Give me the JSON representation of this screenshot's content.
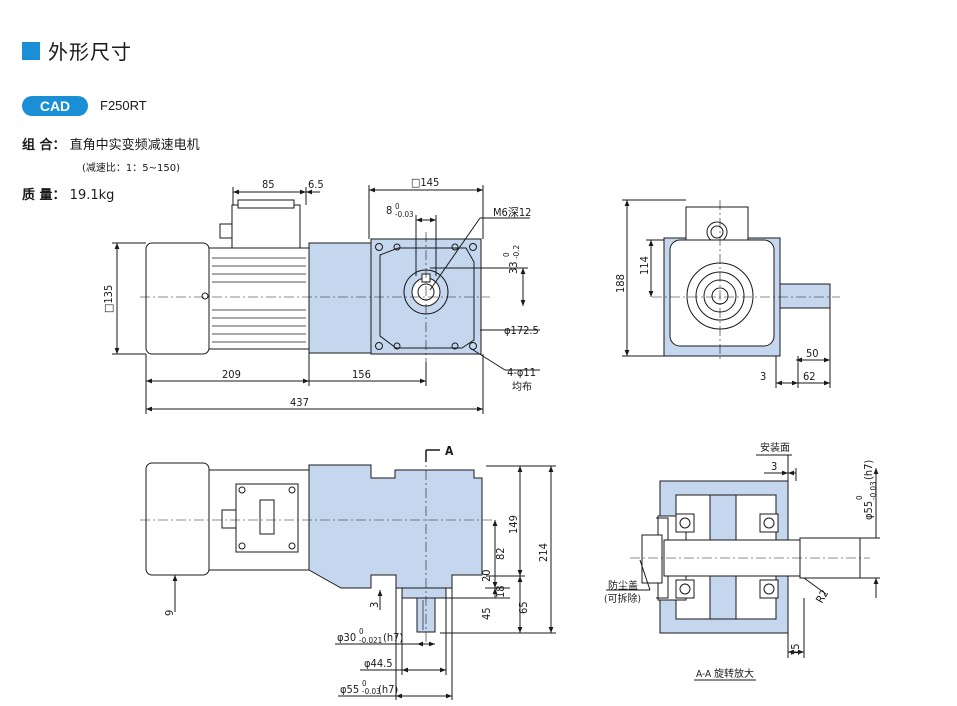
{
  "header": {
    "title": "外形尺寸",
    "accent": "#1a8fd6"
  },
  "cad": {
    "badge": "CAD",
    "model": "F250RT"
  },
  "specs": {
    "combination_label": "组 合：",
    "combination_value": "直角中实变频减速电机",
    "ratio_note": "(减速比：1：5~150)",
    "mass_label": "质 量：",
    "mass_value": "19.1kg"
  },
  "colors": {
    "gearbox_fill": "#c4d7ee",
    "motor_fill": "#ffffff",
    "line": "#1a1a1a"
  },
  "drawings": {
    "side": {
      "d85": "85",
      "d6_5": "6.5",
      "sq145": "□145",
      "key8": "8",
      "key8_tol_up": "0",
      "key8_tol_dn": "-0.03",
      "m6": "M6深12",
      "d33": "33",
      "d33_tol_up": "0",
      "d33_tol_dn": "-0.2",
      "sq135": "□135",
      "pcd": "φ172.5",
      "holes": "4-φ11",
      "holes_note": "均布",
      "d209": "209",
      "d156": "156",
      "d437": "437"
    },
    "end": {
      "d188": "188",
      "d114": "114",
      "d3": "3",
      "d50": "50",
      "d62": "62"
    },
    "front": {
      "section": "A",
      "d149": "149",
      "d82": "82",
      "d214": "214",
      "d20": "20",
      "d18": "18",
      "d45": "45",
      "d65": "65",
      "d9": "9",
      "d3": "3",
      "shaft30": "φ30",
      "shaft30_tol_up": "0",
      "shaft30_tol_dn": "-0.021",
      "shaft30_fit": "(h7)",
      "d44_5": "φ44.5",
      "pilot55": "φ55",
      "pilot55_tol_up": "0",
      "pilot55_tol_dn": "-0.03",
      "pilot55_fit": "(h7)"
    },
    "section_view": {
      "mount_face": "安装面",
      "d3": "3",
      "pilot55": "φ55",
      "pilot55_tol_up": "0",
      "pilot55_tol_dn": "-0.03",
      "pilot55_fit": "(h7)",
      "dust_cap": "防尘盖",
      "removable": "(可拆除)",
      "r2": "R2",
      "d15": "15",
      "caption": "A-A 旋转放大"
    }
  }
}
